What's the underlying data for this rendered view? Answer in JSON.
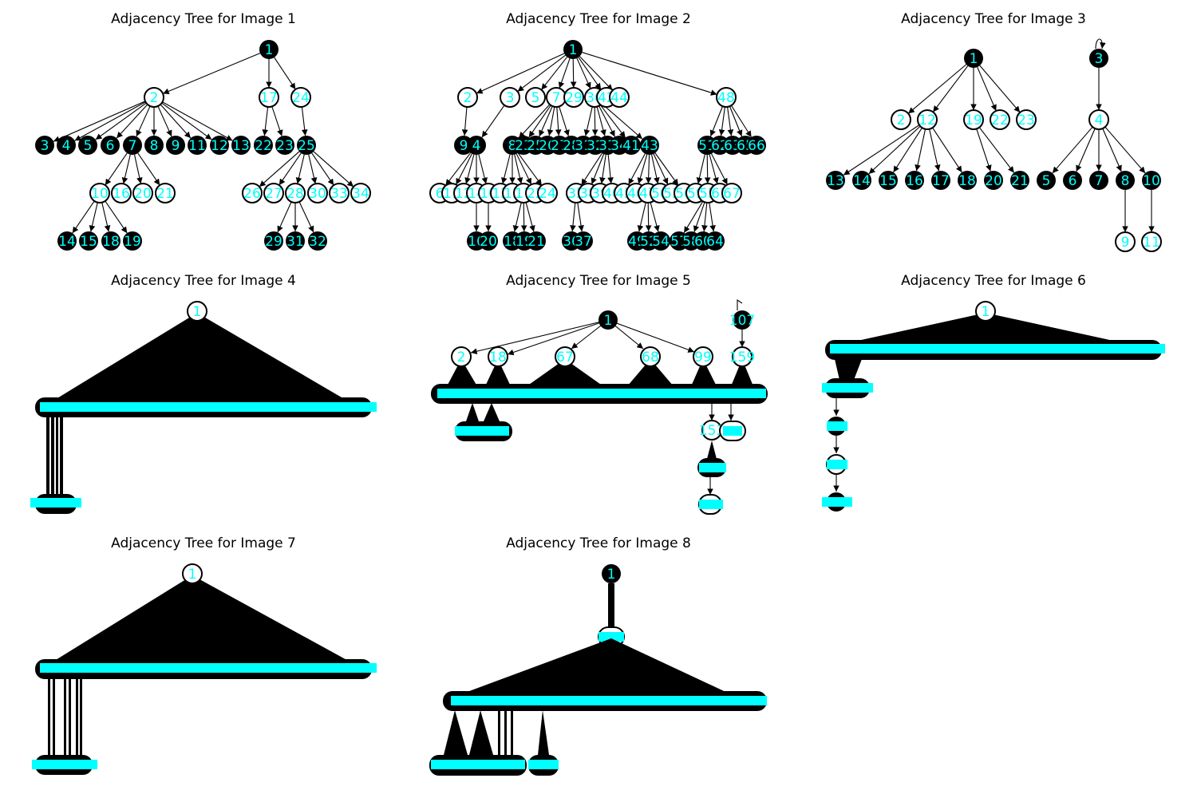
{
  "colors": {
    "filled_node": "#000000",
    "open_node": "#ffffff",
    "label": "#00ffff",
    "edge": "#000000"
  },
  "panels": [
    {
      "title": "Adjacency Tree for Image 1",
      "nodes": [
        {
          "id": "1",
          "filled": true
        },
        {
          "id": "2",
          "filled": false
        },
        {
          "id": "17",
          "filled": false
        },
        {
          "id": "24",
          "filled": false
        },
        {
          "id": "3",
          "filled": true
        },
        {
          "id": "4",
          "filled": true
        },
        {
          "id": "5",
          "filled": true
        },
        {
          "id": "6",
          "filled": true
        },
        {
          "id": "7",
          "filled": true
        },
        {
          "id": "8",
          "filled": true
        },
        {
          "id": "9",
          "filled": true
        },
        {
          "id": "11",
          "filled": true
        },
        {
          "id": "12",
          "filled": true
        },
        {
          "id": "13",
          "filled": true
        },
        {
          "id": "22",
          "filled": true
        },
        {
          "id": "23",
          "filled": true
        },
        {
          "id": "25",
          "filled": true
        },
        {
          "id": "10",
          "filled": false
        },
        {
          "id": "16",
          "filled": false
        },
        {
          "id": "20",
          "filled": false
        },
        {
          "id": "21",
          "filled": false
        },
        {
          "id": "26",
          "filled": false
        },
        {
          "id": "27",
          "filled": false
        },
        {
          "id": "28",
          "filled": false
        },
        {
          "id": "30",
          "filled": false
        },
        {
          "id": "33",
          "filled": false
        },
        {
          "id": "34",
          "filled": false
        },
        {
          "id": "14",
          "filled": true
        },
        {
          "id": "15",
          "filled": true
        },
        {
          "id": "18",
          "filled": true
        },
        {
          "id": "19",
          "filled": true
        },
        {
          "id": "29",
          "filled": true
        },
        {
          "id": "31",
          "filled": true
        },
        {
          "id": "32",
          "filled": true
        }
      ],
      "edges": [
        [
          "1",
          "2"
        ],
        [
          "1",
          "17"
        ],
        [
          "1",
          "24"
        ],
        [
          "2",
          "3"
        ],
        [
          "2",
          "4"
        ],
        [
          "2",
          "5"
        ],
        [
          "2",
          "6"
        ],
        [
          "2",
          "7"
        ],
        [
          "2",
          "8"
        ],
        [
          "2",
          "9"
        ],
        [
          "2",
          "11"
        ],
        [
          "2",
          "12"
        ],
        [
          "2",
          "13"
        ],
        [
          "17",
          "22"
        ],
        [
          "17",
          "23"
        ],
        [
          "24",
          "25"
        ],
        [
          "7",
          "10"
        ],
        [
          "7",
          "16"
        ],
        [
          "7",
          "20"
        ],
        [
          "7",
          "21"
        ],
        [
          "25",
          "26"
        ],
        [
          "25",
          "27"
        ],
        [
          "25",
          "28"
        ],
        [
          "25",
          "30"
        ],
        [
          "25",
          "33"
        ],
        [
          "25",
          "34"
        ],
        [
          "10",
          "14"
        ],
        [
          "10",
          "15"
        ],
        [
          "10",
          "18"
        ],
        [
          "10",
          "19"
        ],
        [
          "28",
          "29"
        ],
        [
          "28",
          "31"
        ],
        [
          "28",
          "32"
        ]
      ]
    },
    {
      "title": "Adjacency Tree for Image 2",
      "nodes": [
        {
          "id": "1",
          "filled": true
        },
        {
          "id": "2",
          "filled": false
        },
        {
          "id": "3",
          "filled": false
        },
        {
          "id": "5",
          "filled": false
        },
        {
          "id": "7",
          "filled": false
        },
        {
          "id": "29",
          "filled": false
        },
        {
          "id": "30",
          "filled": false
        },
        {
          "id": "42",
          "filled": false
        },
        {
          "id": "44",
          "filled": false
        },
        {
          "id": "48",
          "filled": false
        },
        {
          "id": "9",
          "filled": true
        },
        {
          "id": "4",
          "filled": true
        },
        {
          "id": "8",
          "filled": true
        },
        {
          "id": "23",
          "filled": true
        },
        {
          "id": "25",
          "filled": true
        },
        {
          "id": "26",
          "filled": true
        },
        {
          "id": "27",
          "filled": true
        },
        {
          "id": "28",
          "filled": true
        },
        {
          "id": "31",
          "filled": true
        },
        {
          "id": "32",
          "filled": true
        },
        {
          "id": "33",
          "filled": true
        },
        {
          "id": "34",
          "filled": true
        },
        {
          "id": "41",
          "filled": true
        },
        {
          "id": "43",
          "filled": true
        },
        {
          "id": "51",
          "filled": true
        },
        {
          "id": "62",
          "filled": true
        },
        {
          "id": "63",
          "filled": true
        },
        {
          "id": "65",
          "filled": true
        },
        {
          "id": "66",
          "filled": true
        },
        {
          "id": "6",
          "filled": false
        },
        {
          "id": "11",
          "filled": false
        },
        {
          "id": "12",
          "filled": false
        },
        {
          "id": "14",
          "filled": false
        },
        {
          "id": "10",
          "filled": false
        },
        {
          "id": "13",
          "filled": false
        },
        {
          "id": "15",
          "filled": false
        },
        {
          "id": "17",
          "filled": false
        },
        {
          "id": "22",
          "filled": false
        },
        {
          "id": "24",
          "filled": false
        },
        {
          "id": "35",
          "filled": false
        },
        {
          "id": "38",
          "filled": false
        },
        {
          "id": "39",
          "filled": false
        },
        {
          "id": "40",
          "filled": false
        },
        {
          "id": "45",
          "filled": false
        },
        {
          "id": "46",
          "filled": false
        },
        {
          "id": "47",
          "filled": false
        },
        {
          "id": "50",
          "filled": false
        },
        {
          "id": "53",
          "filled": false
        },
        {
          "id": "56",
          "filled": false
        },
        {
          "id": "59",
          "filled": false
        },
        {
          "id": "55",
          "filled": false
        },
        {
          "id": "61",
          "filled": false
        },
        {
          "id": "67",
          "filled": false
        },
        {
          "id": "16",
          "filled": true
        },
        {
          "id": "20",
          "filled": true
        },
        {
          "id": "18",
          "filled": true
        },
        {
          "id": "19",
          "filled": true
        },
        {
          "id": "21",
          "filled": true
        },
        {
          "id": "36",
          "filled": true
        },
        {
          "id": "37",
          "filled": true
        },
        {
          "id": "49",
          "filled": true
        },
        {
          "id": "52",
          "filled": true
        },
        {
          "id": "54",
          "filled": true
        },
        {
          "id": "57",
          "filled": true
        },
        {
          "id": "58",
          "filled": true
        },
        {
          "id": "60",
          "filled": true
        },
        {
          "id": "64",
          "filled": true
        }
      ],
      "edges": [
        [
          "1",
          "2"
        ],
        [
          "1",
          "3"
        ],
        [
          "1",
          "5"
        ],
        [
          "1",
          "7"
        ],
        [
          "1",
          "29"
        ],
        [
          "1",
          "30"
        ],
        [
          "1",
          "42"
        ],
        [
          "1",
          "44"
        ],
        [
          "1",
          "48"
        ],
        [
          "2",
          "9"
        ],
        [
          "3",
          "4"
        ],
        [
          "7",
          "8"
        ],
        [
          "7",
          "23"
        ],
        [
          "7",
          "25"
        ],
        [
          "7",
          "26"
        ],
        [
          "7",
          "27"
        ],
        [
          "7",
          "28"
        ],
        [
          "30",
          "31"
        ],
        [
          "30",
          "32"
        ],
        [
          "30",
          "33"
        ],
        [
          "30",
          "34"
        ],
        [
          "30",
          "41"
        ],
        [
          "30",
          "43"
        ],
        [
          "48",
          "51"
        ],
        [
          "48",
          "62"
        ],
        [
          "48",
          "63"
        ],
        [
          "48",
          "65"
        ],
        [
          "48",
          "66"
        ],
        [
          "4",
          "6"
        ],
        [
          "4",
          "11"
        ],
        [
          "4",
          "12"
        ],
        [
          "4",
          "14"
        ],
        [
          "4",
          "10"
        ],
        [
          "8",
          "13"
        ],
        [
          "8",
          "15"
        ],
        [
          "8",
          "17"
        ],
        [
          "8",
          "22"
        ],
        [
          "8",
          "24"
        ],
        [
          "33",
          "35"
        ],
        [
          "33",
          "38"
        ],
        [
          "33",
          "39"
        ],
        [
          "33",
          "40"
        ],
        [
          "43",
          "45"
        ],
        [
          "43",
          "46"
        ],
        [
          "43",
          "47"
        ],
        [
          "43",
          "50"
        ],
        [
          "43",
          "53"
        ],
        [
          "43",
          "56"
        ],
        [
          "51",
          "59"
        ],
        [
          "51",
          "55"
        ],
        [
          "51",
          "61"
        ],
        [
          "51",
          "67"
        ],
        [
          "14",
          "16"
        ],
        [
          "10",
          "20"
        ],
        [
          "17",
          "18"
        ],
        [
          "17",
          "19"
        ],
        [
          "17",
          "21"
        ],
        [
          "35",
          "36"
        ],
        [
          "35",
          "37"
        ],
        [
          "47",
          "49"
        ],
        [
          "47",
          "52"
        ],
        [
          "47",
          "54"
        ],
        [
          "55",
          "57"
        ],
        [
          "55",
          "58"
        ],
        [
          "55",
          "60"
        ],
        [
          "55",
          "64"
        ]
      ]
    },
    {
      "title": "Adjacency Tree for Image 3",
      "nodes": [
        {
          "id": "1",
          "filled": true
        },
        {
          "id": "3",
          "filled": true
        },
        {
          "id": "2",
          "filled": false
        },
        {
          "id": "12",
          "filled": false
        },
        {
          "id": "19",
          "filled": false
        },
        {
          "id": "22",
          "filled": false
        },
        {
          "id": "23",
          "filled": false
        },
        {
          "id": "4",
          "filled": false
        },
        {
          "id": "13",
          "filled": true
        },
        {
          "id": "14",
          "filled": true
        },
        {
          "id": "15",
          "filled": true
        },
        {
          "id": "16",
          "filled": true
        },
        {
          "id": "17",
          "filled": true
        },
        {
          "id": "18",
          "filled": true
        },
        {
          "id": "20",
          "filled": true
        },
        {
          "id": "21",
          "filled": true
        },
        {
          "id": "5",
          "filled": true
        },
        {
          "id": "6",
          "filled": true
        },
        {
          "id": "7",
          "filled": true
        },
        {
          "id": "8",
          "filled": true
        },
        {
          "id": "10",
          "filled": true
        },
        {
          "id": "9",
          "filled": false
        },
        {
          "id": "11",
          "filled": false
        }
      ],
      "edges": [
        [
          "1",
          "2"
        ],
        [
          "1",
          "12"
        ],
        [
          "1",
          "19"
        ],
        [
          "1",
          "22"
        ],
        [
          "1",
          "23"
        ],
        [
          "3",
          "3"
        ],
        [
          "3",
          "4"
        ],
        [
          "12",
          "13"
        ],
        [
          "12",
          "14"
        ],
        [
          "12",
          "15"
        ],
        [
          "12",
          "16"
        ],
        [
          "12",
          "17"
        ],
        [
          "12",
          "18"
        ],
        [
          "19",
          "20"
        ],
        [
          "19",
          "21"
        ],
        [
          "4",
          "5"
        ],
        [
          "4",
          "6"
        ],
        [
          "4",
          "7"
        ],
        [
          "4",
          "8"
        ],
        [
          "4",
          "10"
        ],
        [
          "8",
          "9"
        ],
        [
          "10",
          "11"
        ]
      ]
    },
    {
      "title": "Adjacency Tree for Image 4",
      "root": "1",
      "root_filled": false
    },
    {
      "title": "Adjacency Tree for Image 5",
      "nodes": [
        {
          "id": "1",
          "filled": true
        },
        {
          "id": "107",
          "filled": true
        },
        {
          "id": "2",
          "filled": false
        },
        {
          "id": "18",
          "filled": false
        },
        {
          "id": "67",
          "filled": false
        },
        {
          "id": "68",
          "filled": false
        },
        {
          "id": "99",
          "filled": false
        },
        {
          "id": "159",
          "filled": false
        },
        {
          "id": "153",
          "filled": false
        }
      ]
    },
    {
      "title": "Adjacency Tree for Image 6",
      "root": "1",
      "root_filled": false
    },
    {
      "title": "Adjacency Tree for Image 7",
      "root": "1",
      "root_filled": false
    },
    {
      "title": "Adjacency Tree for Image 8",
      "root": "1",
      "root_filled": true
    }
  ]
}
